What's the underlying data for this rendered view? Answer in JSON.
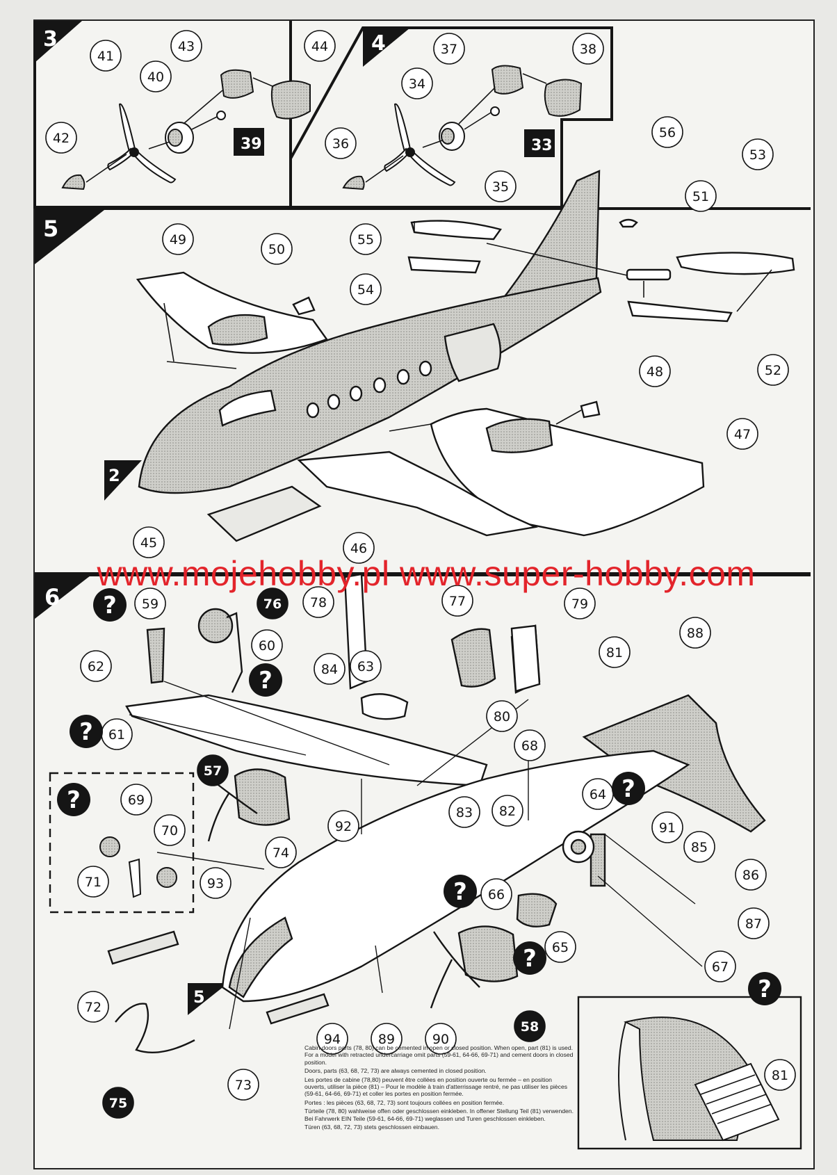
{
  "steps": [
    "3",
    "4",
    "5",
    "6",
    "2",
    "5"
  ],
  "step3_parts": [
    "41",
    "43",
    "44",
    "40",
    "42",
    "39"
  ],
  "step4_parts": [
    "37",
    "38",
    "34",
    "36",
    "33",
    "35"
  ],
  "step5_parts": [
    "49",
    "50",
    "55",
    "56",
    "53",
    "51",
    "54",
    "52",
    "48",
    "47",
    "45",
    "46"
  ],
  "step6_parts": [
    "59",
    "76",
    "78",
    "77",
    "79",
    "62",
    "60",
    "88",
    "81",
    "84",
    "63",
    "61",
    "80",
    "68",
    "57",
    "83",
    "82",
    "64",
    "69",
    "92",
    "91",
    "70",
    "74",
    "85",
    "71",
    "93",
    "86",
    "66",
    "87",
    "65",
    "72",
    "67",
    "58",
    "94",
    "89",
    "90",
    "73",
    "75",
    "81"
  ],
  "watermark": "www.mojehobby.pl www.super-hobby.com",
  "question_mark": "?",
  "notes": [
    "Cabin doors parts (78, 80) can be cemented in open or closed position. When open, part (81) is used. For a model with retracted undercarriage omit parts (59-61, 64-66, 69-71) and cement doors in closed position.",
    "Doors, parts (63, 68, 72, 73) are always cemented in closed position.",
    "Les portes de cabine (78,80) peuvent être collées en position ouverte ou fermée – en position ouverts, utiliser la pièce (81) – Pour le modèle à train d'atterrissage rentré, ne pas utiliser les pièces (59-61, 64-66, 69-71) et coller les portes en position fermée.",
    "Portes : les pièces (63, 68, 72, 73) sont toujours collées en position fermée.",
    "Türteile (78, 80) wahlweise offen oder geschlossen einkleben. In offener Stellung Teil (81) verwenden. Bei Fahrwerk EIN Teile (59-61, 64-66, 69-71) weglassen und Turen geschlossen einkleben.",
    "Türen (63, 68, 72, 73) stets geschlossen einbauen."
  ],
  "colors": {
    "ink": "#151515",
    "paper": "#f4f4f1",
    "watermark": "#e3242b",
    "shade": "#bdbdb8"
  }
}
